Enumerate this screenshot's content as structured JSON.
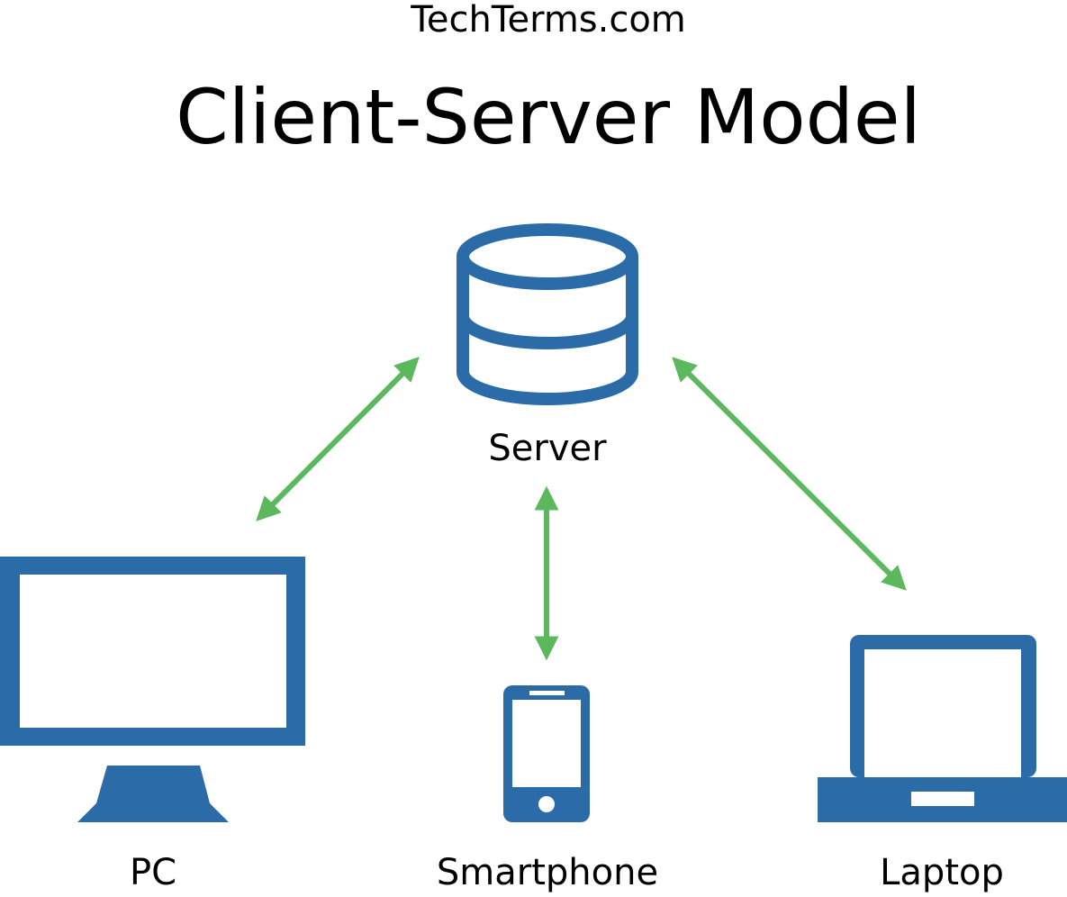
{
  "header": {
    "site_name": "TechTerms.com",
    "title": "Client-Server Model"
  },
  "nodes": {
    "server": {
      "label": "Server",
      "icon": "database-server-icon"
    },
    "pc": {
      "label": "PC",
      "icon": "desktop-monitor-icon"
    },
    "smartphone": {
      "label": "Smartphone",
      "icon": "smartphone-icon"
    },
    "laptop": {
      "label": "Laptop",
      "icon": "laptop-icon"
    }
  },
  "connections": [
    {
      "from": "server",
      "to": "pc",
      "style": "double-arrow"
    },
    {
      "from": "server",
      "to": "smartphone",
      "style": "double-arrow"
    },
    {
      "from": "server",
      "to": "laptop",
      "style": "double-arrow"
    }
  ],
  "colors": {
    "device": "#2b6ca8",
    "arrow": "#5cb85c",
    "text": "#000000",
    "background": "#ffffff"
  }
}
